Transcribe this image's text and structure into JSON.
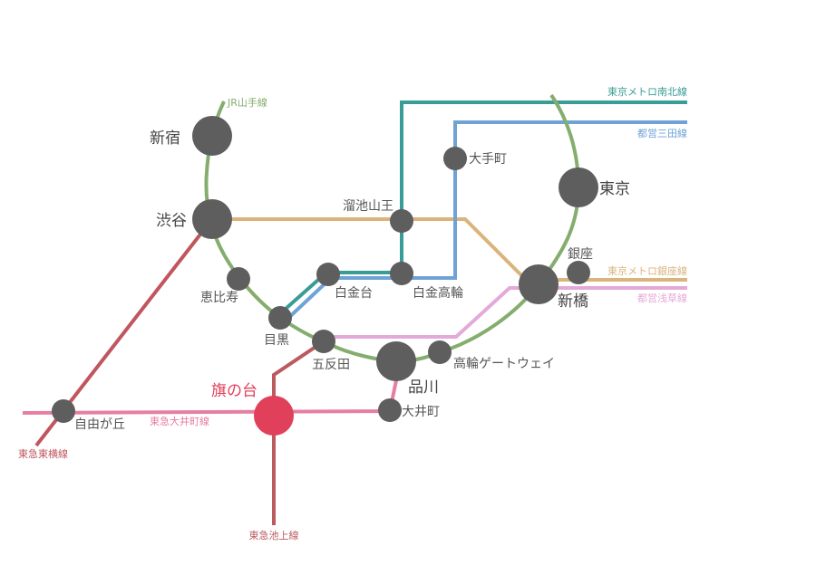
{
  "colors": {
    "yamanote": "#84ad6e",
    "namboku": "#3a9c97",
    "mita": "#6fa3d6",
    "ginza": "#dbb37c",
    "asakusa": "#e3a9d8",
    "oimachi": "#e77ea0",
    "toyoko": "#c0565e",
    "ikegami": "#bb5a5f",
    "highlight": "#e0405a",
    "station": "#5e5e5e"
  },
  "lines": {
    "yamanote": "JR山手線",
    "namboku": "東京メトロ南北線",
    "mita": "都営三田線",
    "ginza": "東京メトロ銀座線",
    "asakusa": "都営浅草線",
    "oimachi": "東急大井町線",
    "toyoko": "東急東横線",
    "ikegami": "東急池上線"
  },
  "stations": {
    "shinjuku": "新宿",
    "shibuya": "渋谷",
    "ebisu": "恵比寿",
    "meguro": "目黒",
    "gotanda": "五反田",
    "shinagawa": "品川",
    "takanawa_gateway": "高輪ゲートウェイ",
    "shimbashi": "新橋",
    "tokyo": "東京",
    "ginza": "銀座",
    "otemachi": "大手町",
    "tameike_sanno": "溜池山王",
    "shirokanedai": "白金台",
    "shirokane_takanawa": "白金高輪",
    "jiyugaoka": "自由が丘",
    "hatanodai": "旗の台",
    "oimachi": "大井町"
  }
}
